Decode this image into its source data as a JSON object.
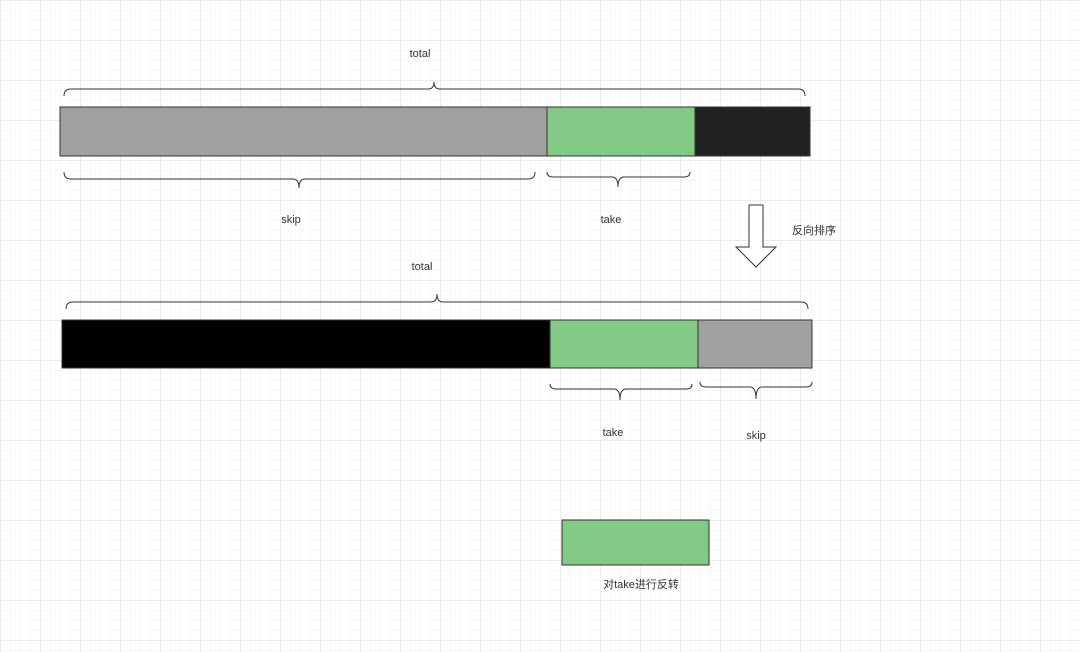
{
  "colors": {
    "skip": "#a0a0a0",
    "take": "#82c986",
    "rest_top": "#222222",
    "rest_bottom": "#000000",
    "stroke": "#333333"
  },
  "top_row": {
    "total_label": "total",
    "skip_label": "skip",
    "take_label": "take"
  },
  "arrow": {
    "label": "反向排序"
  },
  "bottom_row": {
    "total_label": "total",
    "take_label": "take",
    "skip_label": "skip"
  },
  "result": {
    "label": "对take进行反转"
  }
}
